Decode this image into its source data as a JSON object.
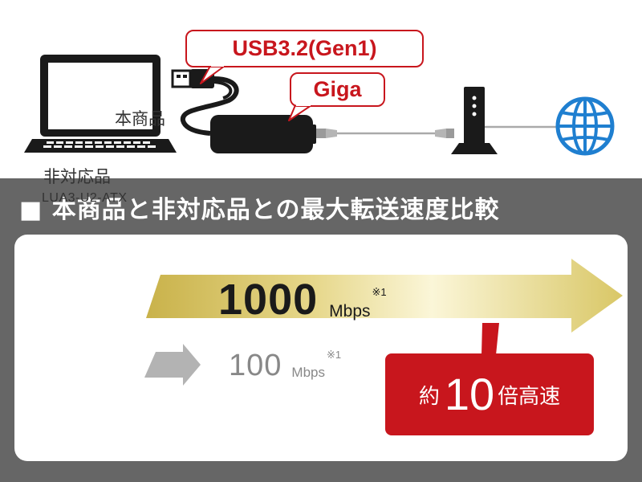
{
  "callouts": {
    "usb": "USB3.2(Gen1)",
    "giga": "Giga"
  },
  "icons": [
    "laptop-icon",
    "usb-connector-icon",
    "lan-adapter-icon",
    "lan-cable-icon",
    "router-icon",
    "internet-globe-icon"
  ],
  "section": {
    "title": "■ 本商品と非対応品との最大転送速度比較"
  },
  "rows": {
    "product": {
      "label": "本商品",
      "speed": "1000",
      "unit": "Mbps",
      "note": "※1"
    },
    "other": {
      "label": "非対応品",
      "model": "LUA3-U2-ATX",
      "speed": "100",
      "unit": "Mbps",
      "note": "※1"
    }
  },
  "badge": {
    "prefix": "約",
    "number": "10",
    "suffix": "倍高速"
  },
  "colors": {
    "accent_red": "#c8161d",
    "section_gray": "#666666",
    "gold_arrow": "#d8c25a",
    "gray_arrow": "#b3b3b3",
    "globe_blue": "#1f7fd0"
  }
}
